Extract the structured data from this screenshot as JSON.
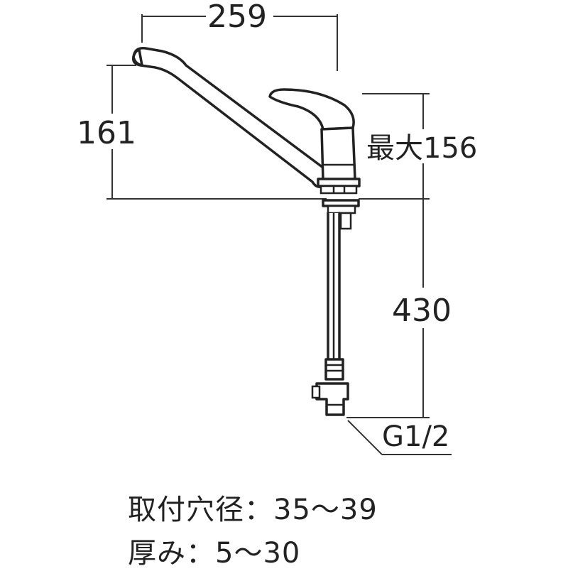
{
  "dimensions": {
    "width": "259",
    "spout_height": "161",
    "max_height": "最大156",
    "hose_length": "430",
    "connection": "G1/2"
  },
  "specs": {
    "hole_label": "取付穴径",
    "hole_value": "35～39",
    "thickness_label": "厚み",
    "thickness_value": "5～30",
    "separator": "："
  }
}
